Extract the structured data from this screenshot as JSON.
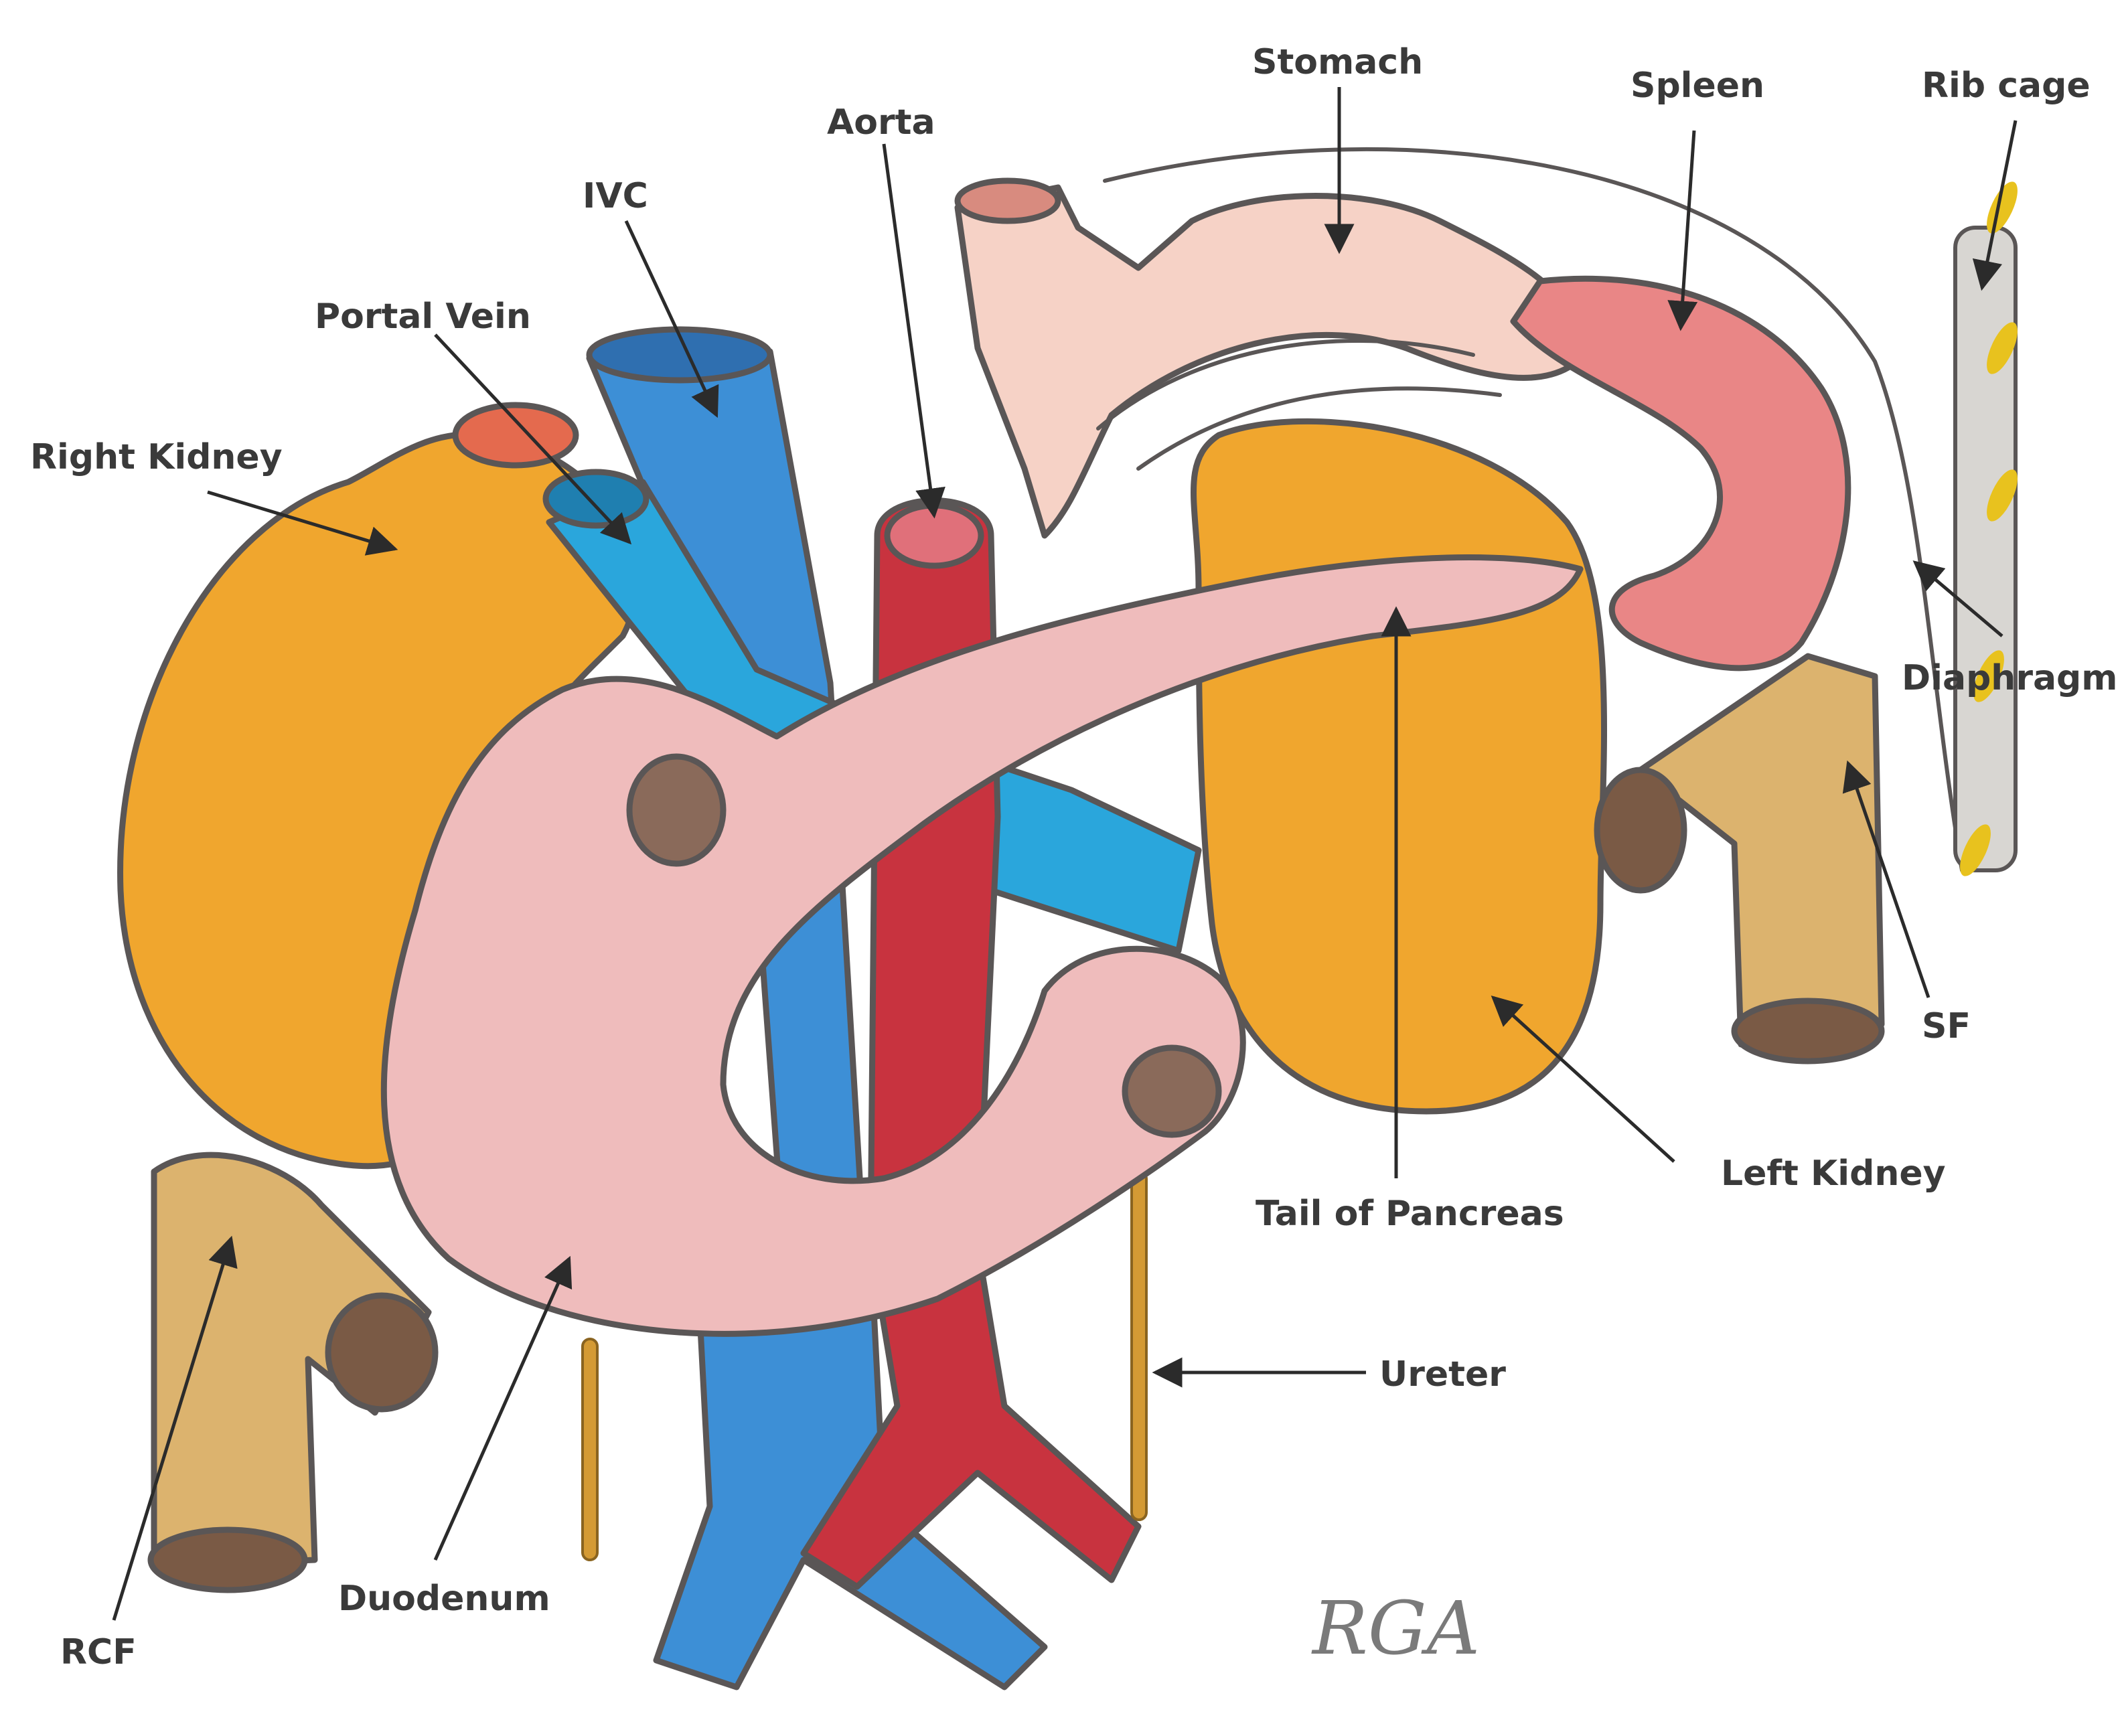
{
  "diagram": {
    "labels": {
      "stomach": "Stomach",
      "spleen": "Spleen",
      "rib_cage": "Rib cage",
      "aorta": "Aorta",
      "ivc": "IVC",
      "portal_vein": "Portal Vein",
      "right_kidney": "Right Kidney",
      "diaphragm": "Diaphragm",
      "sf": "SF",
      "left_kidney": "Left Kidney",
      "tail_of_pancreas": "Tail of Pancreas",
      "ureter": "Ureter",
      "rcf": "RCF",
      "duodenum": "Duodenum"
    },
    "signature": "RGA",
    "colors": {
      "kidney": "#f0a62e",
      "ivc": "#3d8fd6",
      "portal_vein": "#2aa6dc",
      "aorta": "#c8333f",
      "pancreas": "#eeaaaa",
      "stomach": "#f6d2c6",
      "spleen": "#e98686",
      "colon": "#dcb36e",
      "ureter": "#d49a34",
      "rib": "#e8c21e"
    }
  }
}
